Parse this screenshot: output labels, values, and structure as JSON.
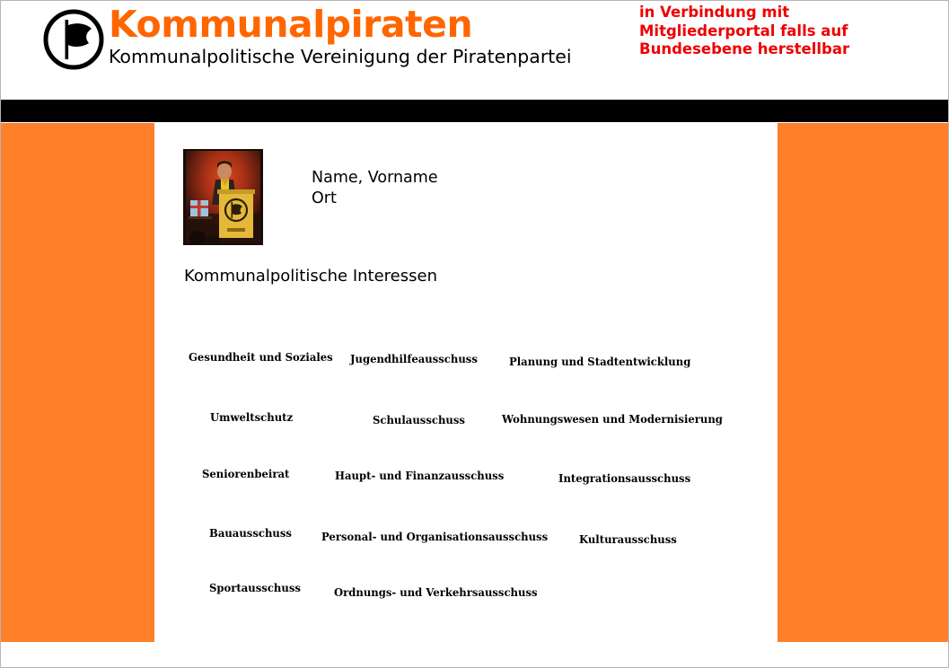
{
  "header": {
    "logo_icon": "pirate-flag-logo-icon",
    "brand_title": "Kommunalpiraten",
    "brand_subtitle": "Kommunalpolitische Vereinigung der Piratenpartei",
    "note_lines": [
      "in Verbindung mit",
      "Mitgliederportal falls auf",
      "Bundesebene herstellbar"
    ],
    "accent_orange": "#ff6600",
    "note_color": "#ee0000"
  },
  "theme": {
    "panel_orange": "#ff7f2a",
    "bar_black": "#000000",
    "page_background": "#ffffff"
  },
  "profile": {
    "photo_icon": "speaker-at-podium-photo",
    "name_line": "Name, Vorname",
    "city_line": "Ort"
  },
  "interests": {
    "heading": "Kommunalpolitische Interessen",
    "rows": [
      [
        "Gesundheit und Soziales",
        "Jugendhilfeausschuss",
        "Planung und Stadtentwicklung"
      ],
      [
        "Umweltschutz",
        "Schulausschuss",
        "Wohnungswesen und Modernisierung"
      ],
      [
        "Seniorenbeirat",
        "Haupt- und Finanzausschuss",
        "Integrationsausschuss"
      ],
      [
        "Bauausschuss",
        "Personal- und Organisationsausschuss",
        "Kulturausschuss"
      ],
      [
        "Sportausschuss",
        "Ordnungs- und Verkehrsausschuss",
        ""
      ]
    ]
  }
}
